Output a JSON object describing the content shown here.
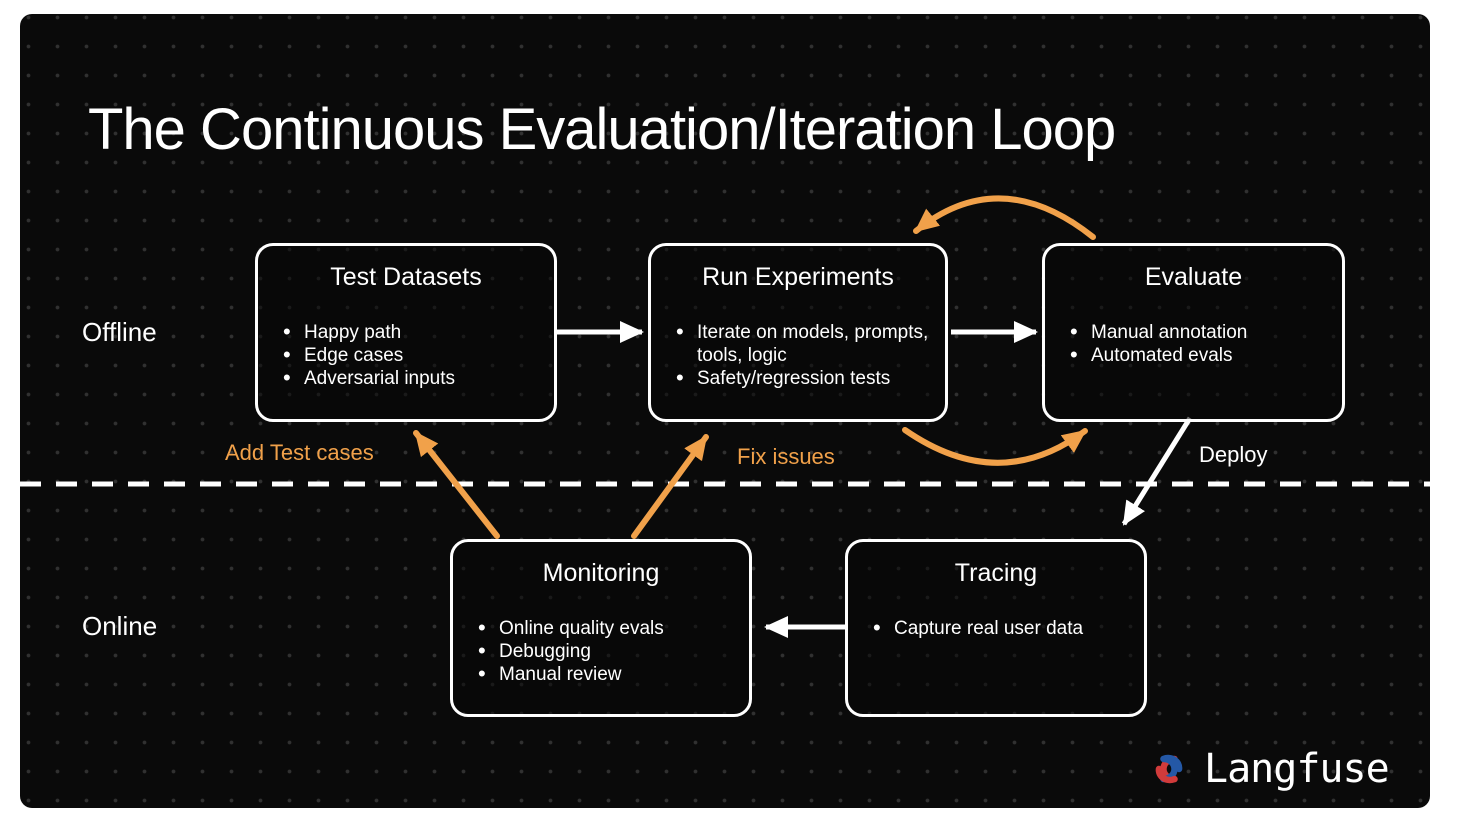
{
  "title": "The Continuous Evaluation/Iteration Loop",
  "sections": {
    "offline": "Offline",
    "online": "Online"
  },
  "boxes": [
    {
      "id": "test-datasets",
      "title": "Test Datasets",
      "bullets": [
        "Happy path",
        "Edge cases",
        "Adversarial inputs"
      ]
    },
    {
      "id": "run-experiments",
      "title": "Run Experiments",
      "bullets": [
        "Iterate on models, prompts, tools, logic",
        "Safety/regression tests"
      ]
    },
    {
      "id": "evaluate",
      "title": "Evaluate",
      "bullets": [
        "Manual annotation",
        "Automated evals"
      ]
    },
    {
      "id": "monitoring",
      "title": "Monitoring",
      "bullets": [
        "Online quality evals",
        "Debugging",
        "Manual review"
      ]
    },
    {
      "id": "tracing",
      "title": "Tracing",
      "bullets": [
        "Capture real user data"
      ]
    }
  ],
  "edge_labels": {
    "add_test_cases": "Add Test cases",
    "fix_issues": "Fix issues",
    "deploy": "Deploy"
  },
  "logo": {
    "text": "Langfuse"
  },
  "colors": {
    "background": "#0A0A0A",
    "dot_grid": "#313131",
    "accent_orange": "#F1A14A",
    "stroke_white": "#FFFFFF",
    "logo_red": "#D13B3B",
    "logo_blue": "#2458A6"
  }
}
